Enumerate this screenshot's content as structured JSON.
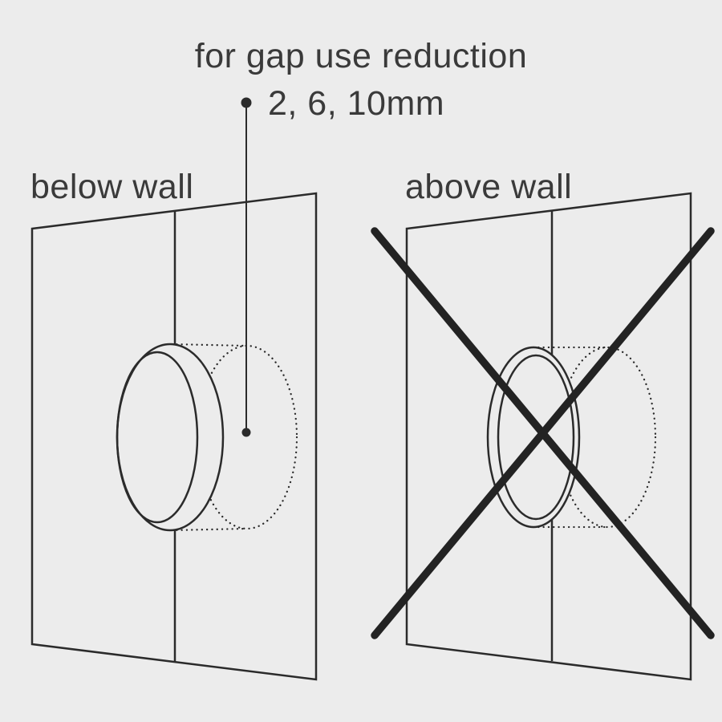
{
  "canvas": {
    "background_color": "#ececec",
    "line_color": "#2b2b2b",
    "text_color": "#3a3a3a",
    "x_mark_color": "#232323"
  },
  "callout": {
    "line1": "for gap use reduction",
    "line2": "2, 6, 10mm"
  },
  "panels": {
    "left": {
      "label": "below wall"
    },
    "right": {
      "label": "above wall"
    }
  },
  "icons": {
    "bullet_dot": "bullet-dot-icon",
    "leader_end_dot": "leader-end-dot-icon",
    "prohibited_x": "prohibited-x-icon"
  }
}
